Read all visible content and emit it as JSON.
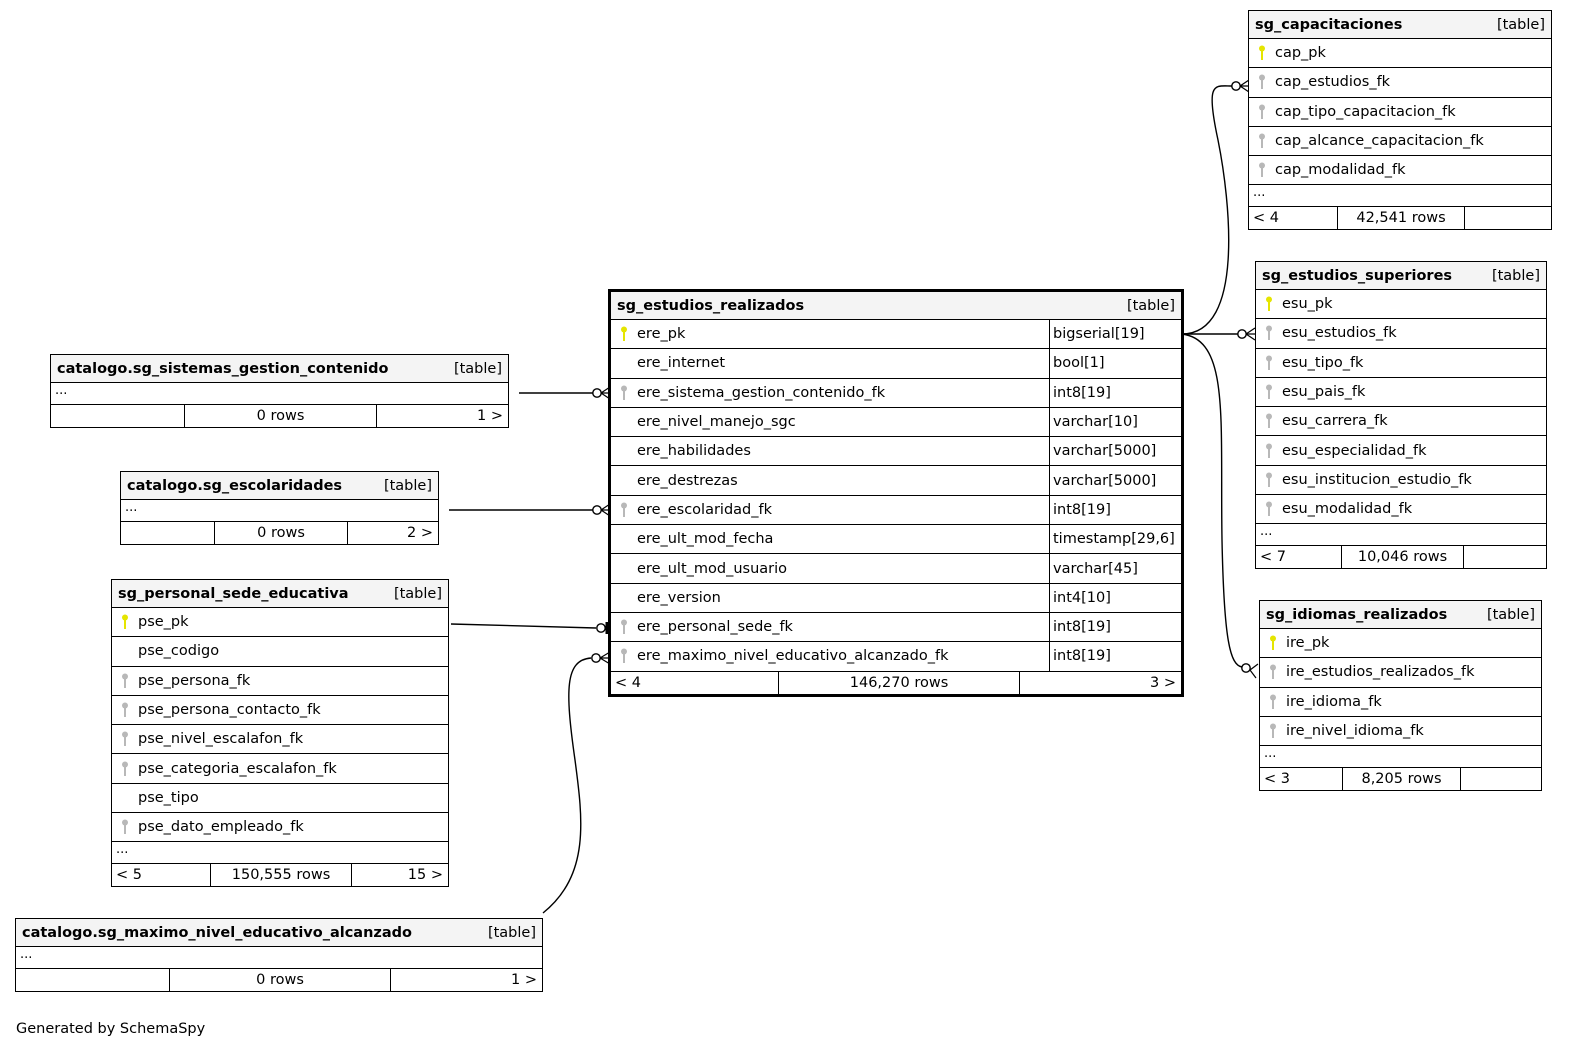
{
  "diagram": {
    "credit": "Generated by SchemaSpy",
    "key_colors": {
      "primary": "#e5e500",
      "foreign": "#b8b8b8"
    },
    "tables": {
      "capacitaciones": {
        "name": "sg_capacitaciones",
        "kind": "[table]",
        "columns": [
          {
            "name": "cap_pk",
            "key": "pk"
          },
          {
            "name": "cap_estudios_fk",
            "key": "fk"
          },
          {
            "name": "cap_tipo_capacitacion_fk",
            "key": "fk"
          },
          {
            "name": "cap_alcance_capacitacion_fk",
            "key": "fk"
          },
          {
            "name": "cap_modalidad_fk",
            "key": "fk"
          }
        ],
        "ellipsis": "...",
        "footer": {
          "parents": "< 4",
          "rows": "42,541 rows",
          "children": ""
        }
      },
      "estudios_superiores": {
        "name": "sg_estudios_superiores",
        "kind": "[table]",
        "columns": [
          {
            "name": "esu_pk",
            "key": "pk"
          },
          {
            "name": "esu_estudios_fk",
            "key": "fk"
          },
          {
            "name": "esu_tipo_fk",
            "key": "fk"
          },
          {
            "name": "esu_pais_fk",
            "key": "fk"
          },
          {
            "name": "esu_carrera_fk",
            "key": "fk"
          },
          {
            "name": "esu_especialidad_fk",
            "key": "fk"
          },
          {
            "name": "esu_institucion_estudio_fk",
            "key": "fk"
          },
          {
            "name": "esu_modalidad_fk",
            "key": "fk"
          }
        ],
        "ellipsis": "...",
        "footer": {
          "parents": "< 7",
          "rows": "10,046 rows",
          "children": ""
        }
      },
      "idiomas_realizados": {
        "name": "sg_idiomas_realizados",
        "kind": "[table]",
        "columns": [
          {
            "name": "ire_pk",
            "key": "pk"
          },
          {
            "name": "ire_estudios_realizados_fk",
            "key": "fk"
          },
          {
            "name": "ire_idioma_fk",
            "key": "fk"
          },
          {
            "name": "ire_nivel_idioma_fk",
            "key": "fk"
          }
        ],
        "ellipsis": "...",
        "footer": {
          "parents": "< 3",
          "rows": "8,205 rows",
          "children": ""
        }
      },
      "estudios_realizados": {
        "name": "sg_estudios_realizados",
        "kind": "[table]",
        "columns": [
          {
            "name": "ere_pk",
            "key": "pk",
            "type": "bigserial[19]"
          },
          {
            "name": "ere_internet",
            "key": "",
            "type": "bool[1]"
          },
          {
            "name": "ere_sistema_gestion_contenido_fk",
            "key": "fk",
            "type": "int8[19]"
          },
          {
            "name": "ere_nivel_manejo_sgc",
            "key": "",
            "type": "varchar[10]"
          },
          {
            "name": "ere_habilidades",
            "key": "",
            "type": "varchar[5000]"
          },
          {
            "name": "ere_destrezas",
            "key": "",
            "type": "varchar[5000]"
          },
          {
            "name": "ere_escolaridad_fk",
            "key": "fk",
            "type": "int8[19]"
          },
          {
            "name": "ere_ult_mod_fecha",
            "key": "",
            "type": "timestamp[29,6]"
          },
          {
            "name": "ere_ult_mod_usuario",
            "key": "",
            "type": "varchar[45]"
          },
          {
            "name": "ere_version",
            "key": "",
            "type": "int4[10]"
          },
          {
            "name": "ere_personal_sede_fk",
            "key": "fk",
            "type": "int8[19]"
          },
          {
            "name": "ere_maximo_nivel_educativo_alcanzado_fk",
            "key": "fk",
            "type": "int8[19]"
          }
        ],
        "footer": {
          "parents": "< 4",
          "rows": "146,270 rows",
          "children": "3 >"
        }
      },
      "sistemas_gestion_contenido": {
        "name": "catalogo.sg_sistemas_gestion_contenido",
        "kind": "[table]",
        "columns": [],
        "ellipsis": "...",
        "footer": {
          "parents": "",
          "rows": "0 rows",
          "children": "1 >"
        }
      },
      "escolaridades": {
        "name": "catalogo.sg_escolaridades",
        "kind": "[table]",
        "columns": [],
        "ellipsis": "...",
        "footer": {
          "parents": "",
          "rows": "0 rows",
          "children": "2 >"
        }
      },
      "personal_sede_educativa": {
        "name": "sg_personal_sede_educativa",
        "kind": "[table]",
        "columns": [
          {
            "name": "pse_pk",
            "key": "pk"
          },
          {
            "name": "pse_codigo",
            "key": ""
          },
          {
            "name": "pse_persona_fk",
            "key": "fk"
          },
          {
            "name": "pse_persona_contacto_fk",
            "key": "fk"
          },
          {
            "name": "pse_nivel_escalafon_fk",
            "key": "fk"
          },
          {
            "name": "pse_categoria_escalafon_fk",
            "key": "fk"
          },
          {
            "name": "pse_tipo",
            "key": ""
          },
          {
            "name": "pse_dato_empleado_fk",
            "key": "fk"
          }
        ],
        "ellipsis": "...",
        "footer": {
          "parents": "< 5",
          "rows": "150,555 rows",
          "children": "15 >"
        }
      },
      "maximo_nivel_educativo": {
        "name": "catalogo.sg_maximo_nivel_educativo_alcanzado",
        "kind": "[table]",
        "columns": [],
        "ellipsis": "...",
        "footer": {
          "parents": "",
          "rows": "0 rows",
          "children": "1 >"
        }
      }
    }
  }
}
